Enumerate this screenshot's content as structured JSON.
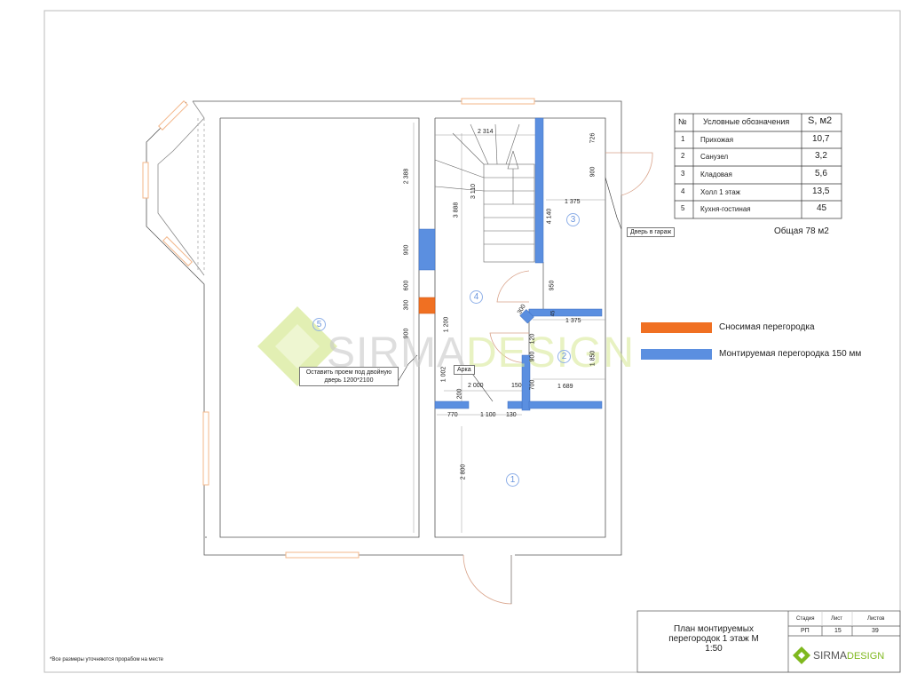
{
  "rooms_table": {
    "headers": [
      "№",
      "Условные обозначения",
      "S, м2"
    ],
    "rows": [
      {
        "num": "1",
        "name": "Прихожая",
        "area": "10,7"
      },
      {
        "num": "2",
        "name": "Санузел",
        "area": "3,2"
      },
      {
        "num": "3",
        "name": "Кладовая",
        "area": "5,6"
      },
      {
        "num": "4",
        "name": "Холл 1 этаж",
        "area": "13,5"
      },
      {
        "num": "5",
        "name": "Кухня-гостиная",
        "area": "45"
      }
    ],
    "total": "Общая 78 м2"
  },
  "legend": [
    {
      "label": "Сносимая перегородка",
      "color": "#f07022"
    },
    {
      "label": "Монтируемая перегородка 150 мм",
      "color": "#5b8fe0"
    }
  ],
  "plan": {
    "room_numbers": [
      "1",
      "2",
      "3",
      "4",
      "5"
    ],
    "dimensions": [
      "2 314",
      "726",
      "900",
      "1 375",
      "3 110",
      "3 888",
      "4 140",
      "2 388",
      "900",
      "600",
      "300",
      "900",
      "950",
      "300",
      "45",
      "1 375",
      "120",
      "1 200",
      "900",
      "1 850",
      "1 689",
      "700",
      "2 000",
      "150",
      "200",
      "1 002",
      "770",
      "1 100",
      "130",
      "2 800"
    ],
    "annotations": {
      "garage_door": "Дверь в гараж",
      "arch": "Арка",
      "opening": "Оставить проем под двойную дверь 1200*2100"
    }
  },
  "watermark": {
    "text1": "SIRMA",
    "text2": "DESIGN"
  },
  "footnote": "*Все размеры уточняются прорабом на месте",
  "title_block": {
    "title": "План монтируемых перегородок 1 этаж М 1:50",
    "stage_label": "Стадия",
    "sheet_label": "Лист",
    "sheets_label": "Листов",
    "stage": "РП",
    "sheet": "15",
    "sheets": "39",
    "logo_text1": "SIRMA",
    "logo_text2": "DESIGN"
  },
  "colors": {
    "wall_fill": "#ffffff",
    "new_partition": "#5b8fe0",
    "demolished_partition": "#f07022",
    "window": "#f3b78a",
    "watermark_green": "#d9ea9a",
    "logo_green": "#7fb81e"
  }
}
